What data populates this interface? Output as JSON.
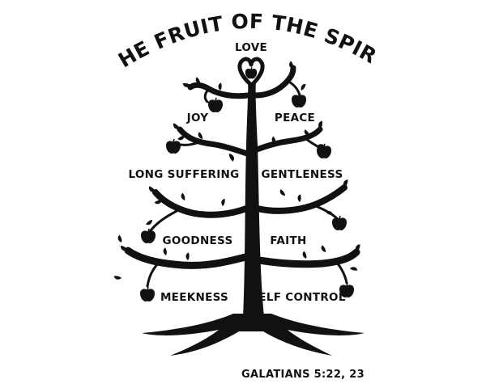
{
  "title": "THE FRUIT OF THE SPIRIT",
  "fruits": {
    "love": "LOVE",
    "joy": "JOY",
    "peace": "PEACE",
    "long_suffering": "LONG SUFFERING",
    "gentleness": "GENTLENESS",
    "goodness": "GOODNESS",
    "faith": "FAITH",
    "meekness": "MEEKNESS",
    "self_control": "SELF CONTROL"
  },
  "reference": "GALATIANS 5:22, 23",
  "icons": [
    "tree",
    "apple-icon",
    "leaf-icon"
  ],
  "colors": {
    "ink": "#111111",
    "background": "#ffffff"
  }
}
